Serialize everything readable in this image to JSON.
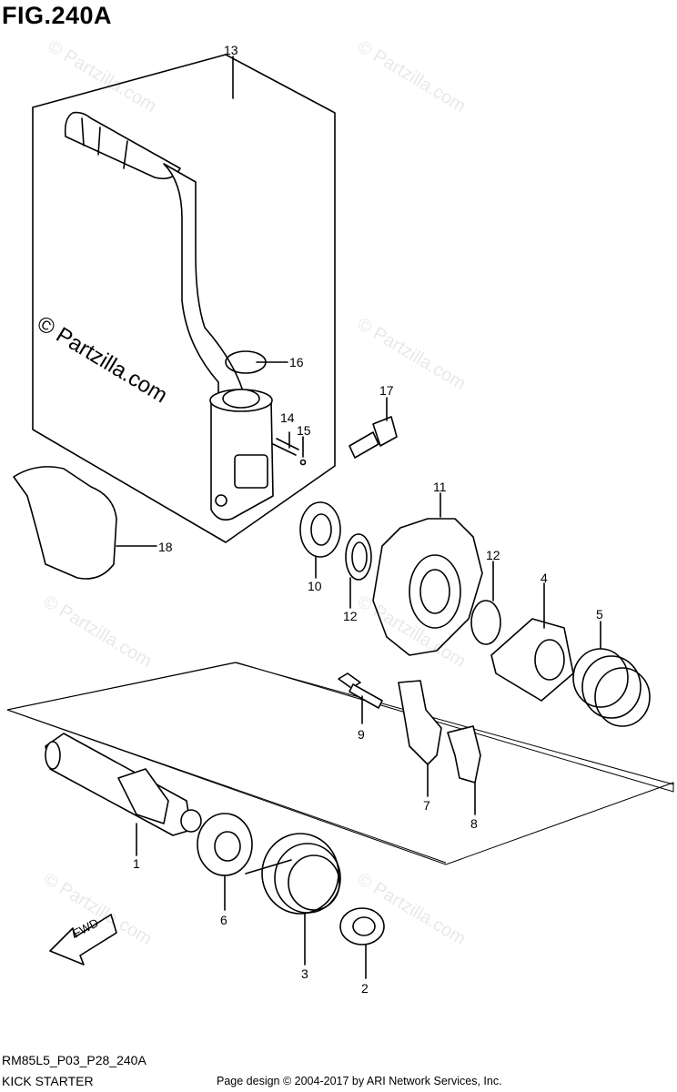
{
  "figure": {
    "title": "FIG.240A",
    "code": "RM85L5_P03_P28_240A",
    "name": "KICK STARTER",
    "copyright": "Page design © 2004-2017 by ARI Network Services, Inc."
  },
  "watermark": {
    "main": "© Partzilla.com",
    "repeat": "© Partzilla.com"
  },
  "callouts": [
    {
      "id": "13",
      "label": "13"
    },
    {
      "id": "16",
      "label": "16"
    },
    {
      "id": "17",
      "label": "17"
    },
    {
      "id": "14",
      "label": "14"
    },
    {
      "id": "15",
      "label": "15"
    },
    {
      "id": "11",
      "label": "11"
    },
    {
      "id": "18",
      "label": "18"
    },
    {
      "id": "12a",
      "label": "12"
    },
    {
      "id": "10",
      "label": "10"
    },
    {
      "id": "12b",
      "label": "12"
    },
    {
      "id": "4",
      "label": "4"
    },
    {
      "id": "5",
      "label": "5"
    },
    {
      "id": "9",
      "label": "9"
    },
    {
      "id": "7",
      "label": "7"
    },
    {
      "id": "8",
      "label": "8"
    },
    {
      "id": "1",
      "label": "1"
    },
    {
      "id": "6",
      "label": "6"
    },
    {
      "id": "3",
      "label": "3"
    },
    {
      "id": "2",
      "label": "2"
    }
  ],
  "fwd_label": "FWD"
}
